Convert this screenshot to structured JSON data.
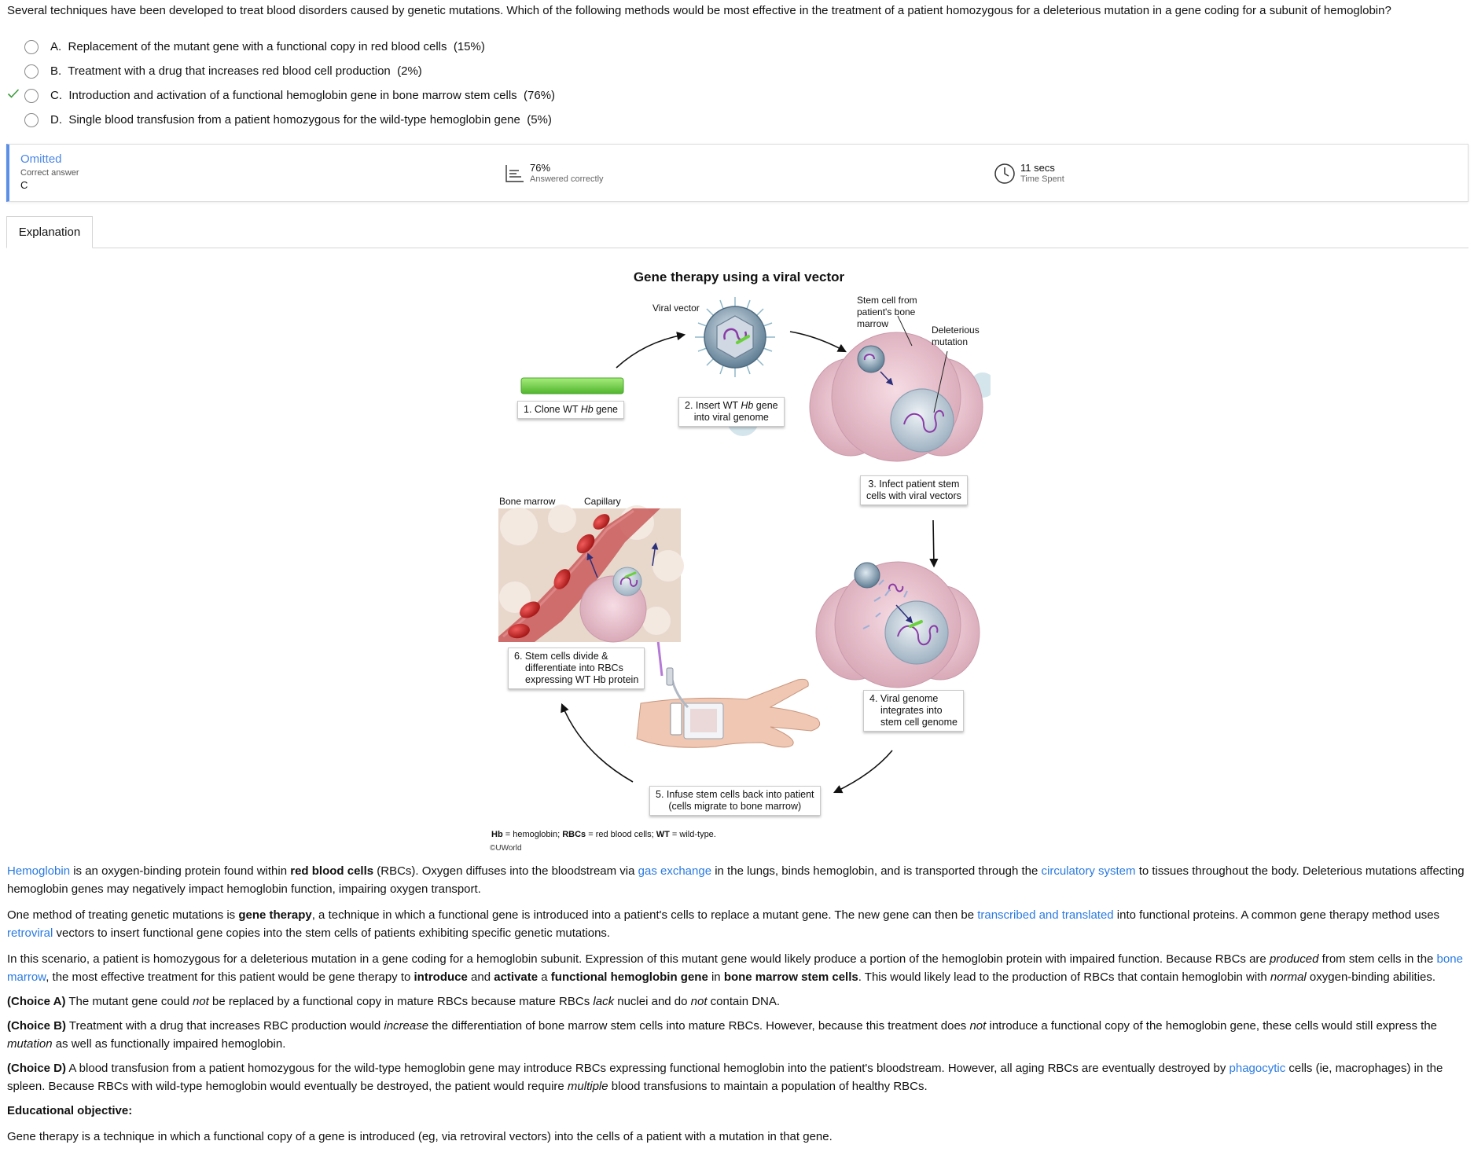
{
  "question": {
    "text": "Several techniques have been developed to treat blood disorders caused by genetic mutations.  Which of the following methods would be most effective in the treatment of a patient homozygous for a deleterious mutation in a gene coding for a subunit of hemoglobin?"
  },
  "choices": [
    {
      "letter": "A.",
      "text": "Replacement of the mutant gene with a functional copy in red blood cells",
      "pct": "(15%)",
      "correct": false
    },
    {
      "letter": "B.",
      "text": "Treatment with a drug that increases red blood cell production",
      "pct": "(2%)",
      "correct": false
    },
    {
      "letter": "C.",
      "text": "Introduction and activation of a functional hemoglobin gene in bone marrow stem cells",
      "pct": "(76%)",
      "correct": true
    },
    {
      "letter": "D.",
      "text": "Single blood transfusion from a patient homozygous for the wild-type hemoglobin gene",
      "pct": "(5%)",
      "correct": false
    }
  ],
  "stats": {
    "status": "Omitted",
    "correct_label": "Correct answer",
    "correct_value": "C",
    "pct_value": "76%",
    "pct_label": "Answered correctly",
    "time_value": "11 secs",
    "time_label": "Time Spent"
  },
  "tabs": {
    "explanation": "Explanation"
  },
  "figure": {
    "title": "Gene therapy using a viral vector",
    "labels": {
      "viral_vector": "Viral vector",
      "stem_cell": [
        "Stem cell from",
        "patient's bone",
        "marrow"
      ],
      "deleterious": [
        "Deleterious",
        "mutation"
      ],
      "bone_marrow": "Bone marrow",
      "capillary": "Capillary"
    },
    "steps": {
      "s1_pre": "1. Clone WT ",
      "s1_em": "Hb",
      "s1_post": " gene",
      "s2_pre": "2. Insert WT ",
      "s2_em": "Hb",
      "s2_post": " gene",
      "s2_line2": "into viral genome",
      "s3_line1": "3. Infect patient stem",
      "s3_line2": "cells with viral vectors",
      "s4_line1": "4. Viral genome",
      "s4_line2": "integrates into",
      "s4_line3": "stem cell genome",
      "s5_line1": "5. Infuse stem cells back into patient",
      "s5_line2": "(cells migrate to bone marrow)",
      "s6_line1": "6. Stem cells divide &",
      "s6_line2": "differentiate into RBCs",
      "s6_line3": "expressing WT Hb protein"
    },
    "abbrev": {
      "hb": "Hb",
      "hb_def": " = hemoglobin; ",
      "rbcs": "RBCs",
      "rbcs_def": " = red blood cells; ",
      "wt": "WT",
      "wt_def": " = wild-type."
    },
    "copyright": "©UWorld"
  },
  "explanation": {
    "p1": {
      "l1": "Hemoglobin",
      "t1": " is an oxygen-binding protein found within ",
      "b1": "red blood cells",
      "t2": " (RBCs).  Oxygen diffuses into the bloodstream via ",
      "l2": "gas exchange",
      "t3": " in the lungs, binds hemoglobin, and is transported through the ",
      "l3": "circulatory system",
      "t4": " to tissues throughout the body.  Deleterious mutations affecting hemoglobin genes may negatively impact hemoglobin function, impairing oxygen transport."
    },
    "p2": {
      "t1": "One method of treating genetic mutations is ",
      "b1": "gene therapy",
      "t2": ", a technique in which a functional gene is introduced into a patient's cells to replace a mutant gene.  The new gene can then be ",
      "l1": "transcribed and translated",
      "t3": " into functional proteins.  A common gene therapy method uses ",
      "l2": "retroviral",
      "t4": " vectors to insert functional gene copies into the stem cells of patients exhibiting specific genetic mutations."
    },
    "p3": {
      "t1": "In this scenario, a patient is homozygous for a deleterious mutation in a gene coding for a hemoglobin subunit.  Expression of this mutant gene would likely produce a portion of the hemoglobin protein with impaired function.  Because RBCs are ",
      "i1": "produced",
      "t2": " from stem cells in the ",
      "l1": "bone marrow",
      "t3": ", the most effective treatment for this patient would be gene therapy to ",
      "b1": "introduce",
      "t4": " and ",
      "b2": "activate",
      "t5": " a ",
      "b3": "functional hemoglobin gene",
      "t6": " in ",
      "b4": "bone marrow stem cells",
      "t7": ".  This would likely lead to the production of RBCs that contain hemoglobin with ",
      "i2": "normal",
      "t8": " oxygen-binding abilities."
    },
    "pA": {
      "b1": "(Choice A)",
      "t1": "  The mutant gene could ",
      "i1": "not",
      "t2": " be replaced by a functional copy in mature RBCs because mature RBCs ",
      "i2": "lack",
      "t3": " nuclei and do ",
      "i3": "not",
      "t4": " contain DNA."
    },
    "pB": {
      "b1": "(Choice B)",
      "t1": "  Treatment with a drug that increases RBC production would ",
      "i1": "increase",
      "t2": " the differentiation of bone marrow stem cells into mature RBCs.  However, because this treatment does ",
      "i2": "not",
      "t3": " introduce a functional copy of the hemoglobin gene, these cells would still express the ",
      "i3": "mutation",
      "t4": " as well as functionally impaired hemoglobin."
    },
    "pD": {
      "b1": "(Choice D)",
      "t1": "  A blood transfusion from a patient homozygous for the wild-type hemoglobin gene may introduce RBCs expressing functional hemoglobin into the patient's bloodstream.  However, all aging RBCs are eventually destroyed by ",
      "l1": "phagocytic",
      "t2": " cells (ie, macrophages) in the spleen.  Because RBCs with wild-type hemoglobin would eventually be destroyed, the patient would require ",
      "i1": "multiple",
      "t3": " blood transfusions to maintain a population of healthy RBCs."
    },
    "objective_title": "Educational objective:",
    "objective_text": "Gene therapy is a technique in which a functional copy of a gene is introduced (eg, via retroviral vectors) into the cells of a patient with a mutation in that gene."
  },
  "colors": {
    "link": "#2a7ae2",
    "omitted": "#4a86e8",
    "check": "#3c9a3c",
    "gene": "#7fd35a",
    "cell": "#e9c3cf"
  }
}
